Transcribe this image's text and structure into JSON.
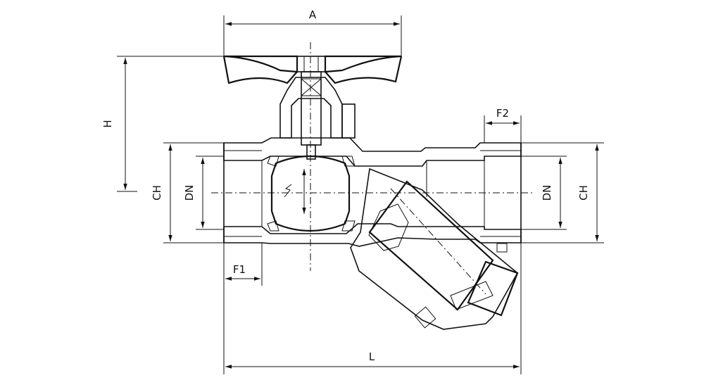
{
  "dimensions": {
    "a": "A",
    "h": "H",
    "ch_left": "CH",
    "dn_left": "DN",
    "f1": "F1",
    "f2": "F2",
    "dn_right": "DN",
    "ch_right": "CH",
    "l": "L"
  },
  "colors": {
    "ink": "#111111",
    "paper": "#ffffff",
    "hatch": "#333333"
  }
}
